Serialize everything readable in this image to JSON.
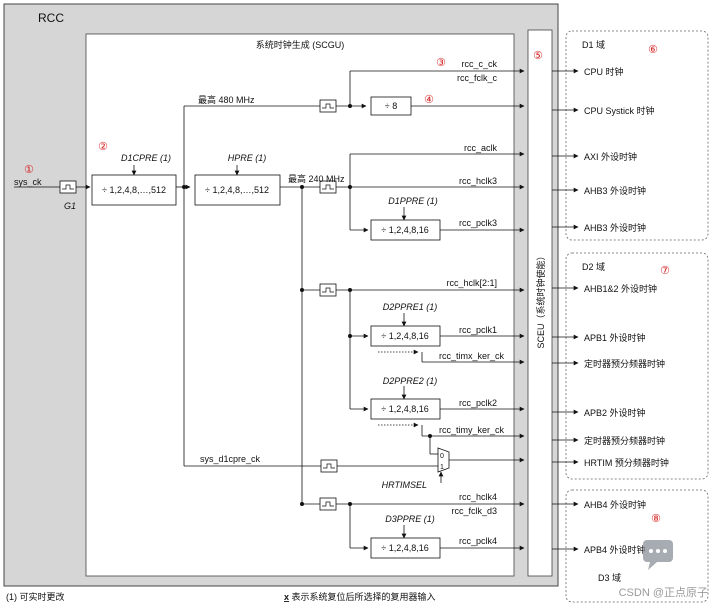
{
  "rcc_title": "RCC",
  "scgu_title": "系统时钟生成 (SCGU)",
  "sceu_label": "SCEU（系统时钟使能）",
  "input": {
    "label": "sys_ck",
    "gate": "G1"
  },
  "badges": [
    "①",
    "②",
    "③",
    "④",
    "⑤",
    "⑥",
    "⑦",
    "⑧"
  ],
  "dividers": {
    "d1cpre": {
      "name": "D1CPRE (1)",
      "value": "÷ 1,2,4,8,…,512"
    },
    "hpre": {
      "name": "HPRE (1)",
      "value": "÷ 1,2,4,8,…,512"
    },
    "div8": "÷ 8",
    "d1ppre": {
      "name": "D1PPRE (1)",
      "value": "÷ 1,2,4,8,16"
    },
    "d2ppre1": {
      "name": "D2PPRE1 (1)",
      "value": "÷ 1,2,4,8,16"
    },
    "d2ppre2": {
      "name": "D2PPRE2 (1)",
      "value": "÷ 1,2,4,8,16"
    },
    "d3ppre": {
      "name": "D3PPRE (1)",
      "value": "÷ 1,2,4,8,16"
    }
  },
  "max_freq": {
    "f480": "最高 480 MHz",
    "f240": "最高 240 MHz"
  },
  "signals": {
    "rcc_c_ck": "rcc_c_ck",
    "rcc_fclk_c": "rcc_fclk_c",
    "rcc_aclk": "rcc_aclk",
    "rcc_hclk3": "rcc_hclk3",
    "rcc_pclk3": "rcc_pclk3",
    "rcc_hclk21": "rcc_hclk[2:1]",
    "rcc_pclk1": "rcc_pclk1",
    "rcc_timx_ker_ck": "rcc_timx_ker_ck",
    "rcc_pclk2": "rcc_pclk2",
    "rcc_timy_ker_ck": "rcc_timy_ker_ck",
    "sys_d1cpre_ck": "sys_d1cpre_ck",
    "hrtimsel": "HRTIMSEL",
    "rcc_hclk4": "rcc_hclk4",
    "rcc_fclk_d3": "rcc_fclk_d3",
    "rcc_pclk4": "rcc_pclk4"
  },
  "mux": {
    "in0": "0",
    "in1": "1"
  },
  "domains": {
    "d1": "D1 域",
    "d2": "D2 域",
    "d3": "D3 域"
  },
  "outputs": {
    "cpu": "CPU 时钟",
    "systick": "CPU Systick 时钟",
    "axi": "AXI 外设时钟",
    "ahb3_a": "AHB3 外设时钟",
    "ahb3_b": "AHB3 外设时钟",
    "ahb12": "AHB1&2 外设时钟",
    "apb1": "APB1 外设时钟",
    "tim_presc_1": "定时器预分频器时钟",
    "apb2": "APB2 外设时钟",
    "tim_presc_2": "定时器预分频器时钟",
    "hrtim": "HRTIM 预分频器时钟",
    "ahb4": "AHB4 外设时钟",
    "apb4": "APB4 外设时钟"
  },
  "footer": {
    "note1": "(1) 可实时更改",
    "note2_symbol": "x",
    "note2": " 表示系统复位后所选择的复用器输入"
  },
  "watermark": "CSDN @正点原子"
}
